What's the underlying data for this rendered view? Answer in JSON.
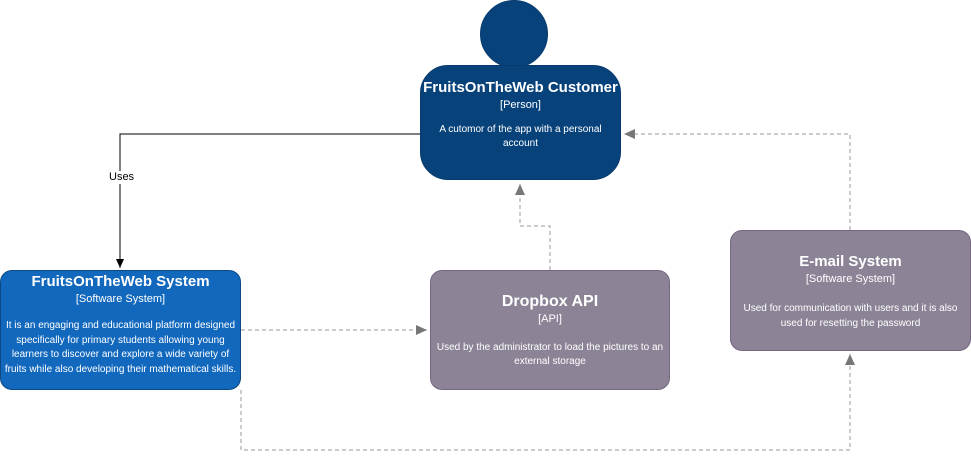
{
  "diagram": {
    "person": {
      "title": "FruitsOnTheWeb Customer",
      "type": "[Person]",
      "description": "A cutomor of the app with a personal account"
    },
    "software_system": {
      "title": "FruitsOnTheWeb System",
      "type": "[Software System]",
      "description": "It is an engaging and educational platform designed specifically for primary students allowing young learners to discover and explore a wide variety of fruits while also developing their mathematical skills."
    },
    "dropbox": {
      "title": "Dropbox API",
      "type": "[API]",
      "description": "Used by the administrator to load the pictures to an external storage"
    },
    "email": {
      "title": "E-mail System",
      "type": "[Software System]",
      "description": "Used for communication with users and it is also used for resetting the password"
    },
    "relationships": {
      "person_to_system": "Uses"
    }
  },
  "colors": {
    "person": "#08427b",
    "software_system": "#1168bd",
    "external_system": "#8c8496",
    "connector_dashed": "#999999",
    "connector_solid": "#000000"
  }
}
